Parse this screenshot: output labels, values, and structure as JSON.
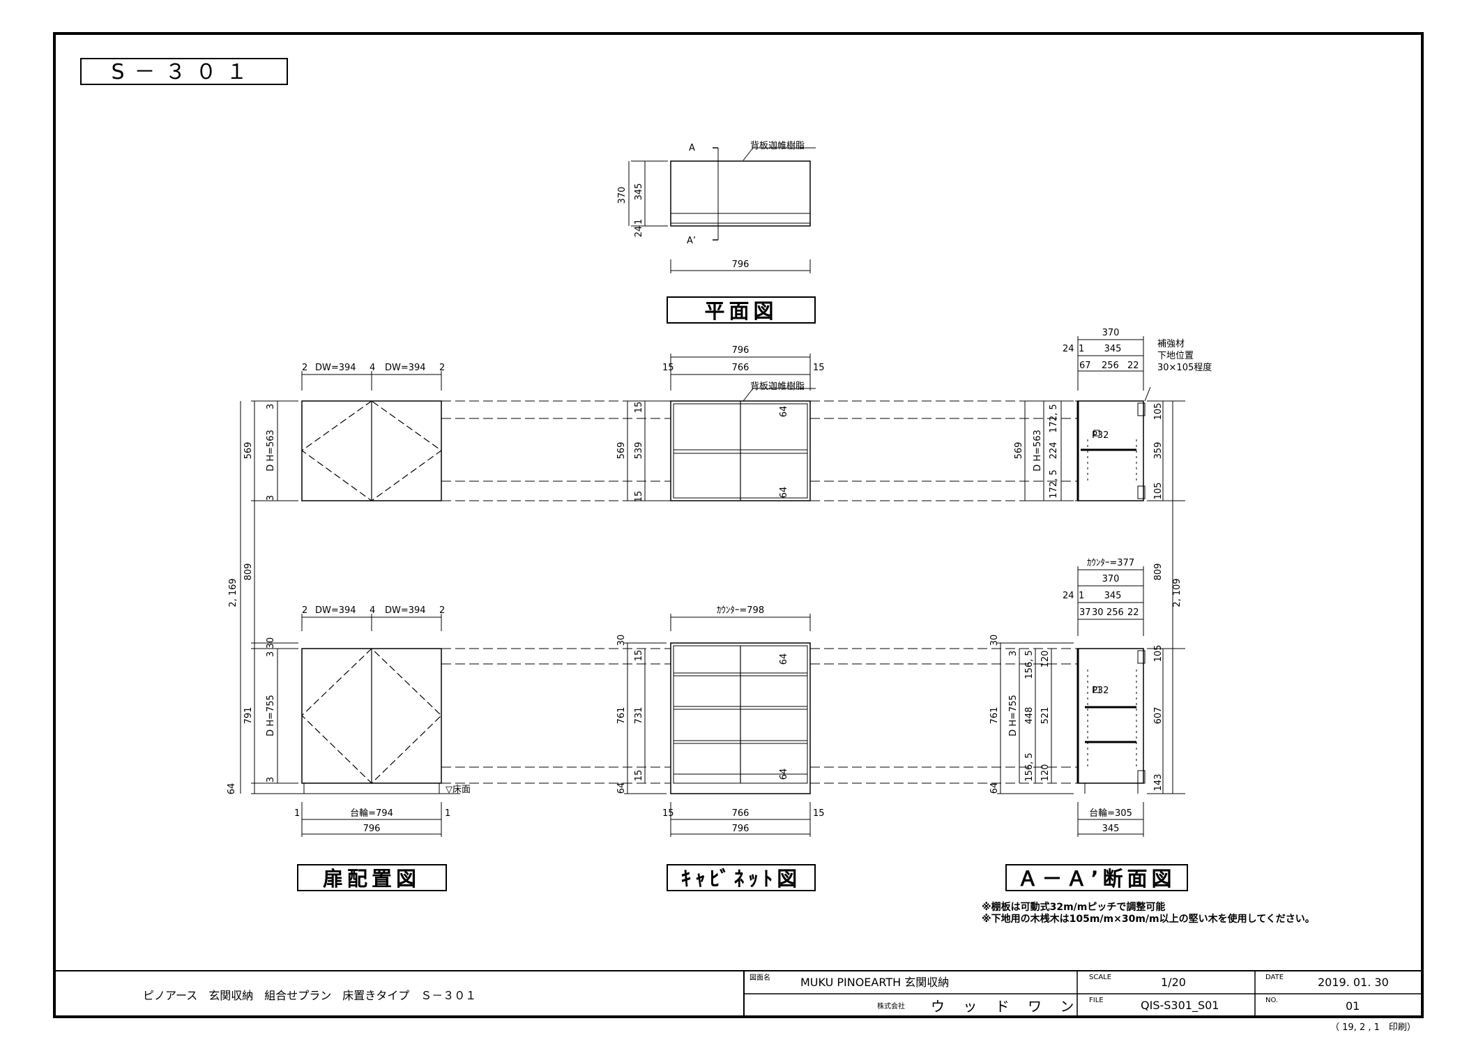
{
  "drawing_code": "S－３０１",
  "plan_view": {
    "label": "平面図",
    "section_a": "A",
    "section_a2": "A’",
    "back_note": "背板迦帷樹脂",
    "dim_depth": "370",
    "dim_inner": "345",
    "dim_24": "24",
    "dim_1": "1",
    "dim_width": "796"
  },
  "door_view": {
    "label": "扉配置図",
    "upper_top_dims": [
      "2",
      "DW=394",
      "4",
      "DW=394",
      "2"
    ],
    "upper_h": "569",
    "upper_dh": "D H=563",
    "gap_3": "3",
    "middle": "809",
    "total": "2, 169",
    "lower_top_dims": [
      "2",
      "DW=394",
      "4",
      "DW=394",
      "2"
    ],
    "lower_30": "30",
    "lower_h": "791",
    "lower_dh": "D H=755",
    "plinth_h": "64",
    "floor": "▽床面",
    "base_1a": "1",
    "base": "台輪=794",
    "base_1b": "1",
    "width": "796"
  },
  "cabinet_view": {
    "label": "ｷｬﾋﾞﾈｯﾄ図",
    "upper_w": "796",
    "upper_inner": "766",
    "side_15": "15",
    "back_note": "背板迦帷樹脂",
    "upper_h": "569",
    "upper_inner_h": "539",
    "dim_64": "64",
    "counter": "ｶｳﾝﾀｰ=798",
    "lower_30": "30",
    "lower_h": "761",
    "lower_inner_h": "731",
    "plinth": "64",
    "bottom_inner": "766",
    "bottom_w": "796"
  },
  "section_view": {
    "label": "Ａ－Ａ’断面図",
    "upper_depth": "370",
    "upper_inner": "345",
    "upper_24": "24",
    "upper_1": "1",
    "upper_parts": [
      "67",
      "256",
      "22"
    ],
    "reinforce": [
      "補強材",
      "下地位置",
      "30×105程度"
    ],
    "upper_dims": [
      "172, 5",
      "224",
      "172, 5"
    ],
    "pitch": "P32",
    "upper_right": [
      "105",
      "359",
      "105"
    ],
    "upper_h": "569",
    "upper_dh": "D H=563",
    "counter": "ｶｳﾝﾀｰ=377",
    "lower_depth": "370",
    "lower_inner": "345",
    "lower_24": "24",
    "lower_1": "1",
    "lower_parts": [
      "37",
      "30",
      "256",
      "22"
    ],
    "lower_dims": [
      "156, 5",
      "448",
      "156, 5"
    ],
    "lower_inner_dims": [
      "120",
      "521",
      "120"
    ],
    "lower_right": [
      "105",
      "607",
      "143"
    ],
    "right_809": "809",
    "right_total": "2, 109",
    "lower_30": "30",
    "lower_h": "761",
    "lower_dh": "D H=755",
    "lower_3": "3",
    "plinth": "64",
    "base": "台輪=305",
    "base_w": "345"
  },
  "notes": [
    "※棚板は可動式32m/mピッチで調整可能",
    "※下地用の木桟木は105m/m×30m/m以上の堅い木を使用してください。"
  ],
  "title_block": {
    "description": "ピノアース　玄関収納　組合せプラン　床置きタイプ　Ｓ－３０１",
    "name_label": "図面名",
    "name": "MUKU PINOEARTH 玄関収納",
    "company_prefix": "株式会社",
    "company": "ウ ッ ド ワ ン",
    "scale_label": "SCALE",
    "scale": "1/20",
    "file_label": "FILE",
    "file": "QIS-S301_S01",
    "date_label": "DATE",
    "date": "2019. 01. 30",
    "no_label": "NO.",
    "no": "01",
    "printed": "（ 19, 2 , 1　印刷）"
  }
}
